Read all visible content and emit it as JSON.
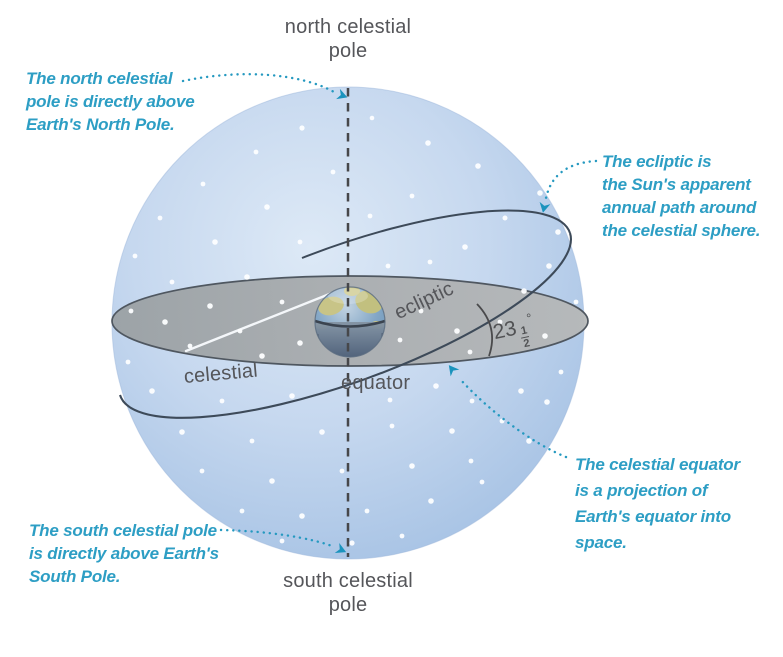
{
  "diagram": {
    "pole_labels": {
      "north_line1": "north celestial",
      "north_line2": "pole",
      "south_line1": "south celestial",
      "south_line2": "pole"
    },
    "equator_label": {
      "word1": "celestial",
      "word2": "equator"
    },
    "ecliptic_label": "ecliptic",
    "angle": {
      "whole": "23",
      "numerator": "1",
      "denominator": "2",
      "degree": "°"
    },
    "annotations": {
      "north": [
        "The north celestial",
        "pole is directly above",
        "Earth's North Pole."
      ],
      "ecliptic": [
        "The ecliptic is",
        "the Sun's apparent",
        "annual path around",
        "the celestial sphere."
      ],
      "equator": [
        "The celestial equator",
        "is a projection of",
        "Earth's equator into",
        "space."
      ],
      "south": [
        "The south celestial pole",
        "is directly above Earth's",
        "South Pole."
      ]
    },
    "colors": {
      "annotation_teal": "#2d9ec4",
      "leader_teal": "#2095bd",
      "label_gray": "#55565a",
      "sphere_fill": "#bcd1ec",
      "plane_fill": "#a9acae",
      "outline_dark": "#45505e",
      "star_white": "#fdfeff"
    },
    "stars": [
      [
        302,
        128,
        2.6
      ],
      [
        372,
        118,
        2.3
      ],
      [
        428,
        143,
        2.8
      ],
      [
        256,
        152,
        2.4
      ],
      [
        478,
        166,
        2.8
      ],
      [
        333,
        172,
        2.4
      ],
      [
        203,
        184,
        2.4
      ],
      [
        540,
        193,
        2.8
      ],
      [
        412,
        196,
        2.4
      ],
      [
        160,
        218,
        2.4
      ],
      [
        267,
        207,
        2.8
      ],
      [
        370,
        216,
        2.4
      ],
      [
        505,
        218,
        2.5
      ],
      [
        558,
        232,
        2.8
      ],
      [
        135,
        256,
        2.4
      ],
      [
        215,
        242,
        2.8
      ],
      [
        300,
        242,
        2.4
      ],
      [
        465,
        247,
        2.8
      ],
      [
        430,
        262,
        2.4
      ],
      [
        549,
        266,
        2.8
      ],
      [
        172,
        282,
        2.4
      ],
      [
        247,
        277,
        2.8
      ],
      [
        388,
        266,
        2.4
      ],
      [
        524,
        291,
        2.8
      ],
      [
        576,
        302,
        2.4
      ],
      [
        131,
        311,
        2.4
      ],
      [
        210,
        306,
        2.8
      ],
      [
        282,
        302,
        2.4
      ],
      [
        165,
        322,
        2.8
      ],
      [
        240,
        331,
        2.4
      ],
      [
        300,
        343,
        2.8
      ],
      [
        421,
        311,
        2.4
      ],
      [
        457,
        331,
        2.8
      ],
      [
        500,
        322,
        2.4
      ],
      [
        545,
        336,
        2.8
      ],
      [
        190,
        346,
        2.4
      ],
      [
        262,
        356,
        2.8
      ],
      [
        400,
        340,
        2.4
      ],
      [
        470,
        352,
        2.4
      ],
      [
        128,
        362,
        2.4
      ],
      [
        152,
        391,
        2.8
      ],
      [
        222,
        401,
        2.4
      ],
      [
        292,
        396,
        2.8
      ],
      [
        390,
        400,
        2.4
      ],
      [
        436,
        386,
        2.8
      ],
      [
        472,
        401,
        2.4
      ],
      [
        521,
        391,
        2.8
      ],
      [
        561,
        372,
        2.4
      ],
      [
        182,
        432,
        2.8
      ],
      [
        252,
        441,
        2.4
      ],
      [
        322,
        432,
        2.8
      ],
      [
        392,
        426,
        2.4
      ],
      [
        452,
        431,
        2.8
      ],
      [
        502,
        421,
        2.4
      ],
      [
        547,
        402,
        2.8
      ],
      [
        202,
        471,
        2.4
      ],
      [
        272,
        481,
        2.8
      ],
      [
        342,
        471,
        2.4
      ],
      [
        412,
        466,
        2.8
      ],
      [
        471,
        461,
        2.4
      ],
      [
        529,
        441,
        2.8
      ],
      [
        242,
        511,
        2.4
      ],
      [
        302,
        516,
        2.8
      ],
      [
        367,
        511,
        2.4
      ],
      [
        431,
        501,
        2.8
      ],
      [
        482,
        482,
        2.4
      ],
      [
        282,
        541,
        2.4
      ],
      [
        352,
        543,
        2.6
      ],
      [
        402,
        536,
        2.4
      ]
    ]
  }
}
